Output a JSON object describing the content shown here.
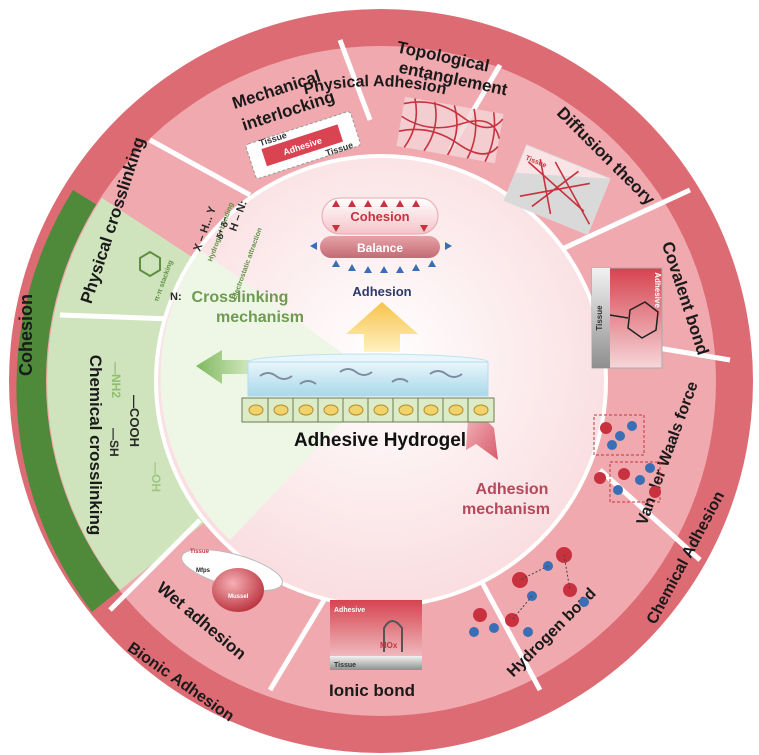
{
  "center": {
    "title": "Adhesive Hydrogel",
    "left_mechanism": [
      "Crosslinking",
      "mechanism"
    ],
    "right_mechanism": [
      "Adhesion",
      "mechanism"
    ],
    "top": {
      "cohesion": "Cohesion",
      "balance": "Balance",
      "adhesion": "Adhesion"
    }
  },
  "outer_ring": {
    "physical_adhesion": "Physical Adhesion",
    "chemical_adhesion": "Chemical Adhesion",
    "bionic_adhesion": "Bionic Adhesion",
    "cohesion": "Cohesion"
  },
  "physical_adhesion_segments": {
    "mechanical_interlocking": [
      "Mechanical",
      "interlocking"
    ],
    "tissue_a": "Tissue",
    "adhesive": "Adhesive",
    "tissue_b": "Tissue",
    "topological_entanglement": [
      "Topological",
      "entanglement"
    ],
    "diffusion_theory": "Diffusion theory",
    "diffusion_tissue": "Tissue"
  },
  "chemical_adhesion_segments": {
    "covalent_bond": "Covalent bond",
    "covalent_tissue": "Tissue",
    "covalent_adhesive": "Adhesive",
    "van_der_waals": "Van der Waals  force",
    "hydrogen_bond": "Hydrogen bond",
    "ionic_bond": "Ionic bond",
    "ionic_adhesive": "Adhesive",
    "ionic_tissue": "Tissue",
    "ionic_mox": "MOx"
  },
  "bionic_segments": {
    "wet_adhesion": "Wet adhesion",
    "mussel": "Mussel",
    "tissue": "Tissue",
    "mfps": "Mfps"
  },
  "cohesion_segments": {
    "physical_crosslinking": "Physical crosslinking",
    "chemical_crosslinking": "Chemical crosslinking",
    "pi_stacking": "π-π stacking",
    "hydrogen_bonding": "Hydrogen bonding",
    "electrostatic": "Electrostatic attraction",
    "xhy": "X – H... Y",
    "delta": "δ⁺ δ⁻",
    "hn": "H – N:",
    "n_colon": "N:",
    "nh2": "—NH2",
    "cooh": "—COOH",
    "sh": "—SH",
    "oh": "—OH"
  },
  "colors": {
    "outer_red": "#dd6b74",
    "segment_red": "#f0a9ae",
    "segment_border": "#ffffff",
    "outer_green": "#4f8a3a",
    "segment_green": "#cfe4bd",
    "center_pink": "#fbe9ea",
    "center_green": "#eef6e6",
    "text_dark": "#1a1a1a",
    "text_adhesion": "#b5485a",
    "text_crosslink": "#6f9a52",
    "navy": "#2d3a6d"
  }
}
